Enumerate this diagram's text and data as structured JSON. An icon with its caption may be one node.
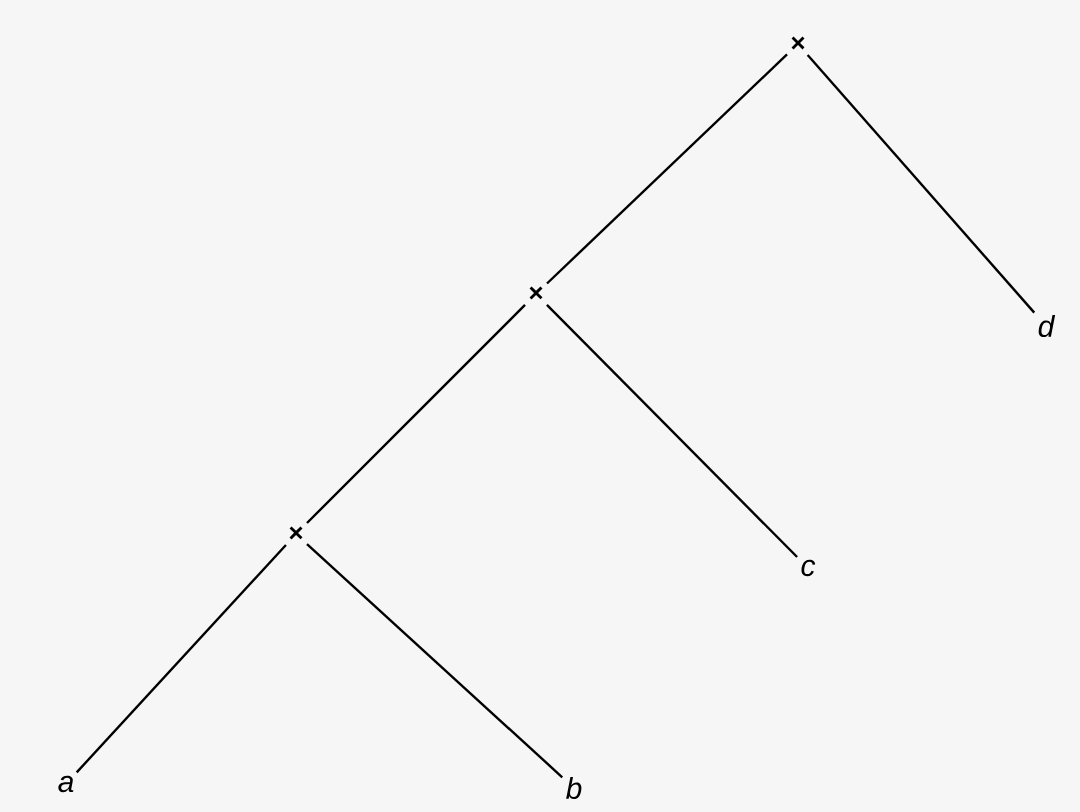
{
  "diagram": {
    "nodes": [
      {
        "text": [
          "×"
        ]
      },
      {
        "text": [
          "×"
        ]
      },
      {
        "text": [
          "×"
        ]
      },
      {
        "text": [
          "a"
        ]
      },
      {
        "text": [
          "b"
        ]
      },
      {
        "text": [
          "c"
        ]
      },
      {
        "text": [
          "d"
        ]
      }
    ],
    "edges": [
      {
        "from": 0,
        "to": 1,
        "arrow": "none"
      },
      {
        "from": 0,
        "to": 6,
        "arrow": "none"
      },
      {
        "from": 1,
        "to": 2,
        "arrow": "none"
      },
      {
        "from": 1,
        "to": 5,
        "arrow": "none"
      },
      {
        "from": 2,
        "to": 3,
        "arrow": "none"
      },
      {
        "from": 2,
        "to": 4,
        "arrow": "none"
      }
    ]
  }
}
